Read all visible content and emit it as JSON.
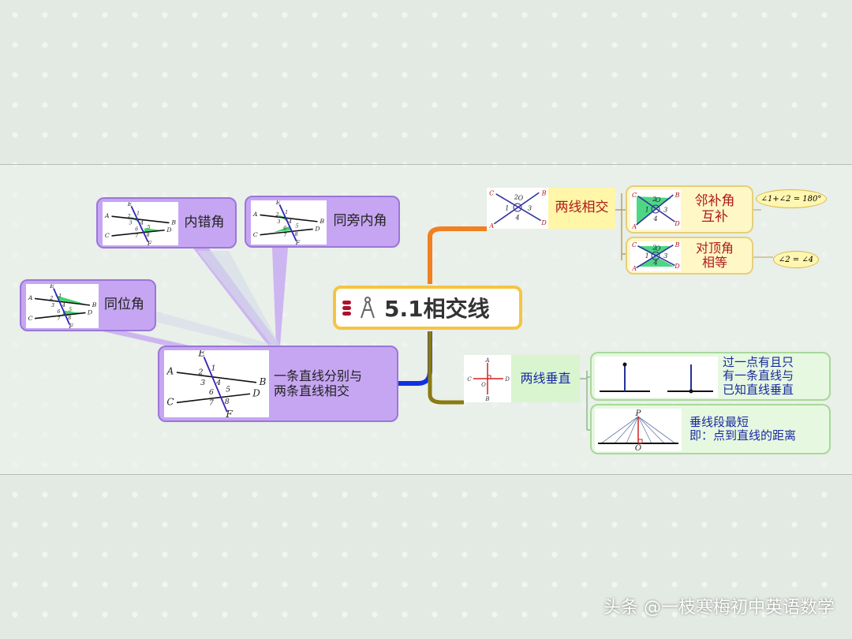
{
  "center": {
    "title": "5.1相交线",
    "icon_dots": "menu-dots-icon",
    "icon_compass": "compass-icon"
  },
  "intersect": {
    "label": "两线相交",
    "diagram_labels": [
      "C",
      "B",
      "A",
      "D",
      "O",
      "1",
      "2",
      "3",
      "4"
    ],
    "children": [
      {
        "label_line1": "邻补角",
        "label_line2": "互补",
        "formula": "∠1+∠2 = 180°"
      },
      {
        "label_line1": "对顶角",
        "label_line2": "相等",
        "formula": "∠2 = ∠4"
      }
    ]
  },
  "perpendicular": {
    "label": "两线垂直",
    "diagram_labels": [
      "A",
      "C",
      "D",
      "O",
      "B"
    ],
    "children": [
      {
        "lines": [
          "过一点有且只",
          "有一条直线与",
          "已知直线垂直"
        ]
      },
      {
        "lines": [
          "垂线段最短",
          "即：点到直线的距离"
        ],
        "diagram_labels": [
          "P",
          "O"
        ]
      }
    ]
  },
  "transversal": {
    "lines": [
      "一条直线分别与",
      "两条直线相交"
    ],
    "diagram_labels": [
      "E",
      "F",
      "A",
      "B",
      "C",
      "D",
      "1",
      "2",
      "3",
      "4",
      "5",
      "6",
      "7",
      "8"
    ],
    "children": [
      {
        "label": "内错角"
      },
      {
        "label": "同旁内角"
      },
      {
        "label": "同位角"
      }
    ]
  },
  "footer": "头条 @一枝寒梅初中英语数学",
  "colors": {
    "purple": "#c6a6f2",
    "yellow": "#fff7c6",
    "green": "#e6f8e0",
    "accent_orange": "#f08020",
    "accent_blue": "#1030e0"
  }
}
